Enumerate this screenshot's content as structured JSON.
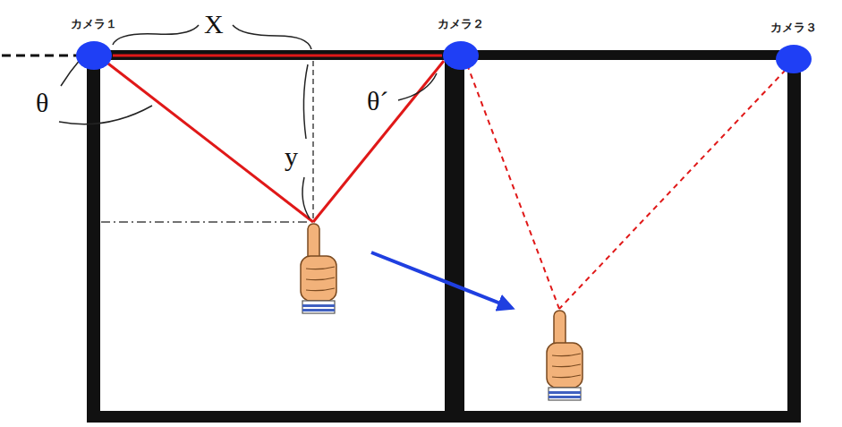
{
  "diagram": {
    "nodes": [
      {
        "text": [
          "カメラ１"
        ]
      },
      {
        "text": [
          "カメラ２"
        ]
      },
      {
        "text": [
          "カメラ３"
        ]
      }
    ],
    "edges": [
      {
        "from": 0,
        "to": 1,
        "arrow": "none"
      }
    ],
    "labels": [
      "X",
      "θ",
      "y",
      "θ´"
    ]
  }
}
